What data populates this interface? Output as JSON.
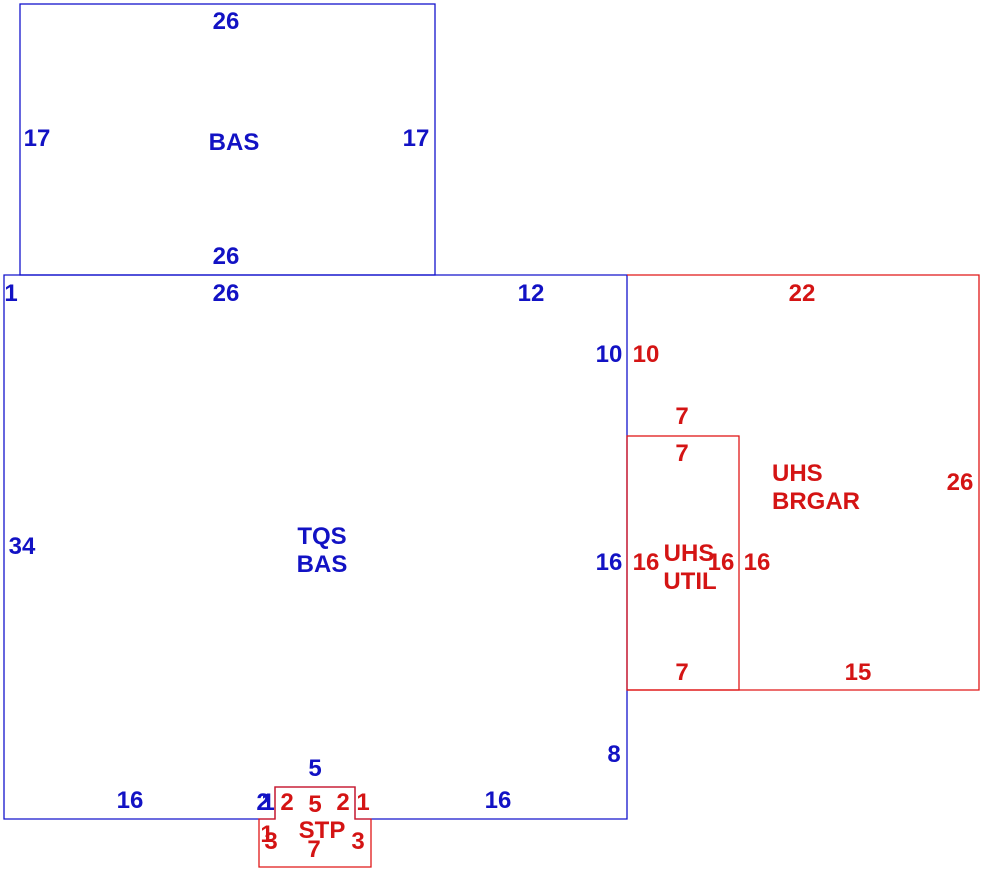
{
  "colors": {
    "main_structure": "#1414cc",
    "additions": "#e01818",
    "background": "#ffffff"
  },
  "areas": {
    "upper_bas": {
      "label_line1": "BAS",
      "dims": {
        "top": "26",
        "bottom": "26",
        "left": "17",
        "right": "17"
      }
    },
    "tqs_bas": {
      "label_line1": "TQS",
      "label_line2": "BAS",
      "dims": {
        "top_left_1": "1",
        "top": "26",
        "top_right": "12",
        "left": "34",
        "right_upper": "10",
        "right_middle": "16",
        "right_lower": "8",
        "bottom_left": "16",
        "bottom_right": "16",
        "notch_top": "5",
        "notch_left": "2",
        "notch_left_b": "1"
      }
    },
    "uhs_brgar": {
      "label_line1": "UHS",
      "label_line2": "BRGAR",
      "dims": {
        "top": "22",
        "left_upper": "10",
        "right": "26",
        "bottom": "15",
        "left_lower": "16"
      }
    },
    "uhs_util": {
      "label_line1": "UHS",
      "label_line2": "UTIL",
      "dims": {
        "top_outer": "7",
        "top_inner": "7",
        "left": "16",
        "right": "16",
        "bottom": "7"
      }
    },
    "stp": {
      "label_line1": "STP",
      "dims": {
        "left_step": "2",
        "top": "5",
        "right_step": "2",
        "right_top": "1",
        "left_top": "1",
        "left": "3",
        "bottom": "7",
        "right": "3"
      }
    }
  }
}
